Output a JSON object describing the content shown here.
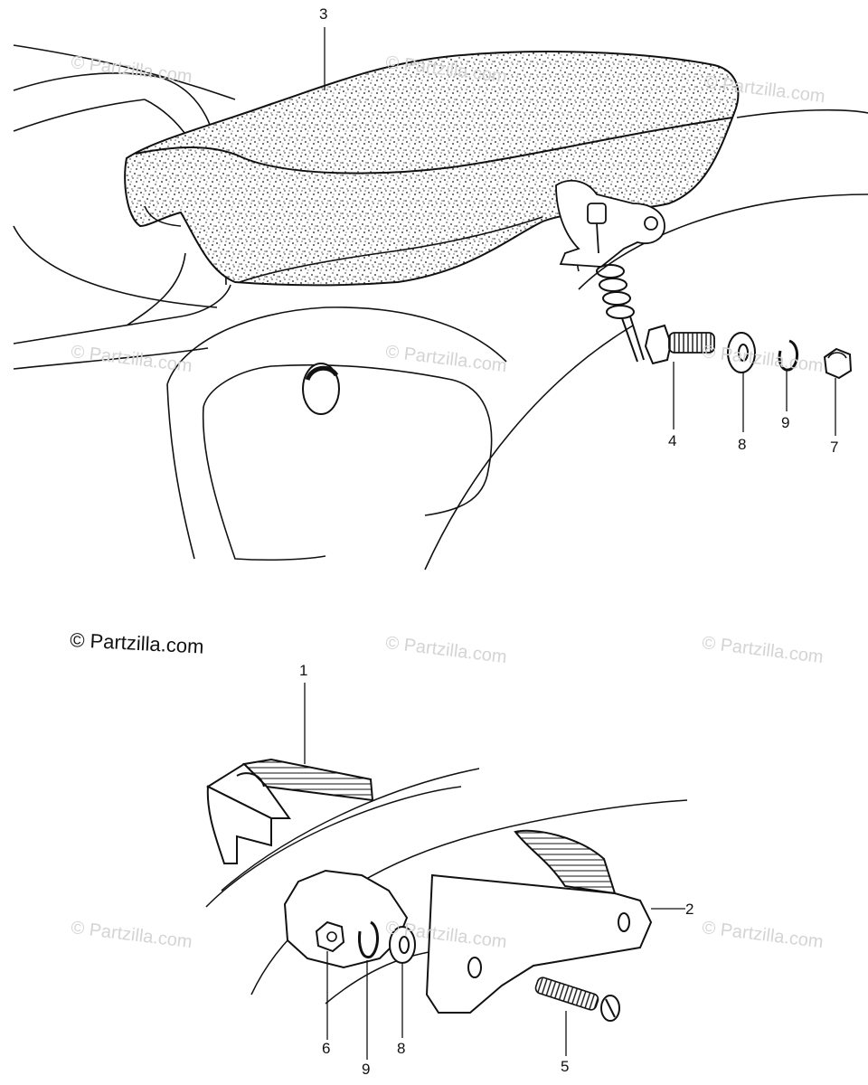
{
  "callouts": {
    "c1": "1",
    "c2": "2",
    "c3": "3",
    "c4": "4",
    "c5": "5",
    "c6": "6",
    "c7": "7",
    "c8_top": "8",
    "c8_bottom": "8",
    "c9_top": "9",
    "c9_bottom": "9"
  },
  "copyright_text": "© Partzilla.com",
  "watermark_text": "© Partzilla.com"
}
